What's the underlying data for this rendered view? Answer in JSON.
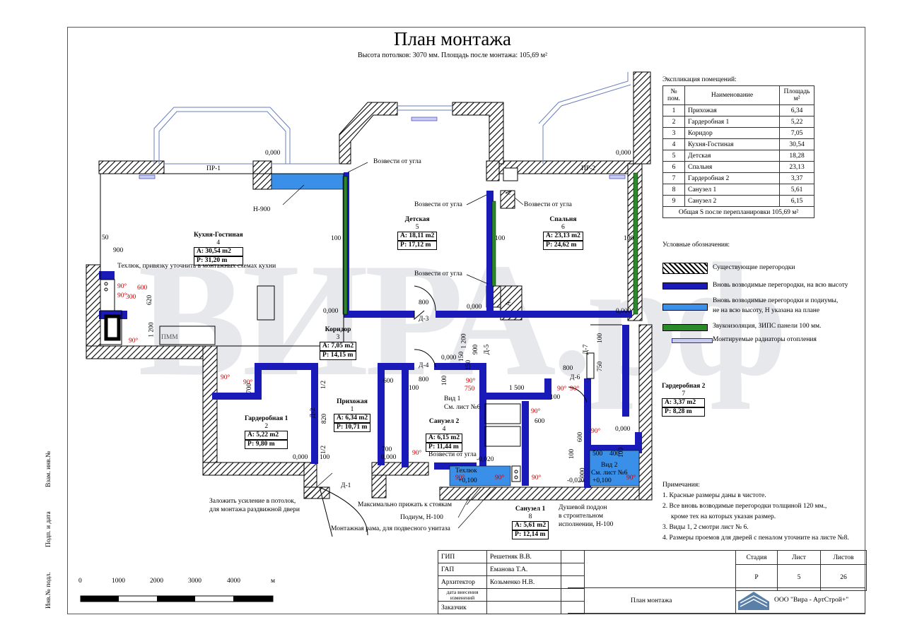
{
  "header": {
    "title": "План монтажа",
    "subtitle": "Высота потолков: 3070 мм. Площадь после монтажа: 105,69 м²"
  },
  "watermark": "ВИРА.рф",
  "explication": {
    "title": "Экспликация помещений:",
    "col_num": "№ пом.",
    "col_name": "Наименование",
    "col_area": "Площадь м²",
    "rows": [
      {
        "num": "1",
        "name": "Прихожая",
        "area": "6,34"
      },
      {
        "num": "2",
        "name": "Гардеробная 1",
        "area": "5,22"
      },
      {
        "num": "3",
        "name": "Коридор",
        "area": "7,05"
      },
      {
        "num": "4",
        "name": "Кухня-Гостиная",
        "area": "30,54"
      },
      {
        "num": "5",
        "name": "Детская",
        "area": "18,28"
      },
      {
        "num": "6",
        "name": "Спальня",
        "area": "23,13"
      },
      {
        "num": "7",
        "name": "Гардеробная 2",
        "area": "3,37"
      },
      {
        "num": "8",
        "name": "Санузел 1",
        "area": "5,61"
      },
      {
        "num": "9",
        "name": "Санузел 2",
        "area": "6,15"
      }
    ],
    "total": "Общая S после перепланировки 105,69 м²"
  },
  "legend": {
    "title": "Условные обозначения:",
    "items": [
      {
        "label": "Существующие перегородки"
      },
      {
        "label": "Вновь возводимые перегородки, на всю высоту"
      },
      {
        "label": "Вновь возводимые перегородки и подиумы,"
      },
      {
        "label": "не на всю высоту, Н указана на плане"
      },
      {
        "label": "Звукоизоляция, ЗИПС панели 100 мм."
      },
      {
        "label": "Монтируемые радиаторы отопления"
      }
    ]
  },
  "notes": {
    "title": "Примечания:",
    "lines": [
      "1. Красные размеры даны в чистоте.",
      "2. Все вновь возводимые перегородки толщиной 120 мм.,",
      "кроме тех на которых указан размер.",
      "3. Виды 1, 2 смотри лист № 6.",
      "4. Размеры проемов для дверей с пеналом уточните на листе №8."
    ]
  },
  "rooms": [
    {
      "name": "Кухня-Гостиная",
      "num": "4",
      "a": "А: 30,54 m2",
      "p": "Р: 31,20 m"
    },
    {
      "name": "Детская",
      "num": "5",
      "a": "А: 18,11 m2",
      "p": "Р: 17,12 m"
    },
    {
      "name": "Спальня",
      "num": "6",
      "a": "А: 23,13 m2",
      "p": "Р: 24,62 m"
    },
    {
      "name": "Коридор",
      "num": "3",
      "a": "А: 7,05 m2",
      "p": "Р: 14,15 m"
    },
    {
      "name": "Гардеробная 1",
      "num": "2",
      "a": "А: 5,22 m2",
      "p": "Р: 9,80 m"
    },
    {
      "name": "Прихожая",
      "num": "1",
      "a": "А: 6,34 m2",
      "p": "Р: 10,71 m"
    },
    {
      "name": "Санузел 2",
      "num": "4",
      "a": "А: 6,15 m2",
      "p": "Р: 11,44 m"
    },
    {
      "name": "Санузел 1",
      "num": "8",
      "a": "А: 5,61 m2",
      "p": "Р: 12,14 m"
    },
    {
      "name": "Гардеробная 2",
      "num": "7",
      "a": "А: 3,37 m2",
      "p": "Р: 8,28 m"
    }
  ],
  "annotations": {
    "vozvesti": "Возвести от угла",
    "h900": "Н-900",
    "pr1": "ПР-1",
    "pr2": "ПР-2",
    "tehlyuk_kitchen": "Техлюк, привязку уточнить в монтажных схемах кухни",
    "pmm": "ПММ",
    "zalozhit1": "Заложить усиление в потолок,",
    "zalozhit2": "для монтажа раздвижной двери",
    "max_stoyak": "Максимально прижать к стоякам",
    "podium": "Подиум, Н-100",
    "montazh_rama": "Монтажная рама, для подвесного унитаза",
    "dush1": "Душевой поддон",
    "dush2": "в строительном",
    "dush3": "исполнении, Н-100",
    "vid1a": "Вид 1",
    "vid1b": "См. лист №6",
    "vid2a": "Вид 2",
    "vid2b": "См. лист №6",
    "tehlyuk": "Техлюк",
    "d1": "Д-1",
    "d2": "Д-2",
    "d3": "Д-3",
    "d4": "Д-4",
    "d5": "Д-5",
    "d6": "Д-6",
    "d7": "Д-7",
    "a_mark": "А"
  },
  "dims": {
    "zero": "0,000",
    "m0020": "-0,020",
    "p0100": "+0,100",
    "d50": "50",
    "d900": "900",
    "d100": "100",
    "d600": "600",
    "d620": "620",
    "d300": "300",
    "d1200": "1 200",
    "d800": "800",
    "d150": "150",
    "d700": "700",
    "d820": "820",
    "d1_2": "1/2",
    "d750": "750",
    "d1500": "1 500",
    "d1000": "1 000",
    "d500": "500",
    "d400": "400",
    "deg90": "90°"
  },
  "scale": {
    "labels": [
      "0",
      "1000",
      "2000",
      "3000",
      "4000"
    ],
    "unit": "м"
  },
  "side_stamp": [
    "Взам. инв.№",
    "Подп. и дата",
    "Инв.№ подл."
  ],
  "stamp": {
    "roles": [
      {
        "role": "ГИП",
        "name": "Решетняк В.В."
      },
      {
        "role": "ГАП",
        "name": "Еманова Т.А."
      },
      {
        "role": "Архитектор",
        "name": "Козьменко Н.В."
      },
      {
        "role": "дата внесения изменений",
        "name": ""
      },
      {
        "role": "Заказчик",
        "name": ""
      }
    ],
    "stage_h": "Стадия",
    "sheet_h": "Лист",
    "sheets_h": "Листов",
    "stage": "Р",
    "sheet": "5",
    "sheets": "26",
    "drawing": "План монтажа",
    "company": "ООО \"Вира - АртСтрой+\""
  },
  "colors": {
    "wall_new": "#1a1ab8",
    "wall_light": "#3a8fe8",
    "sound": "#2a8a2a",
    "red": "#c00000"
  }
}
